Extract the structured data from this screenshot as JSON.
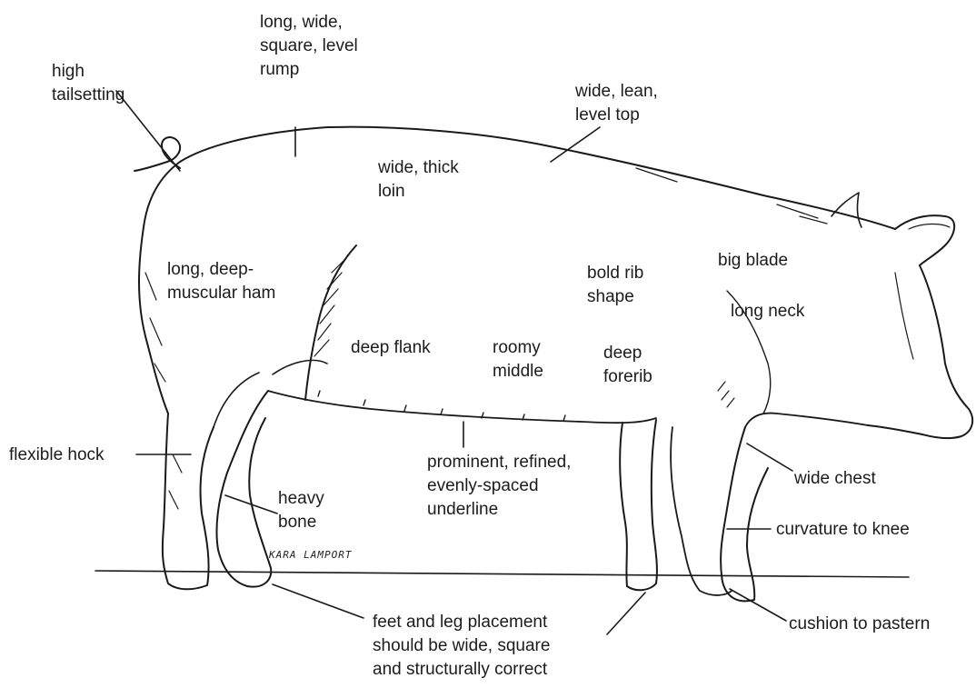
{
  "labels": {
    "rump": [
      "long, wide,",
      "square, level",
      "rump"
    ],
    "tail": [
      "high",
      "tailsetting"
    ],
    "top": [
      "wide, lean,",
      "level top"
    ],
    "loin": [
      "wide, thick",
      "loin"
    ],
    "ham": [
      "long, deep-",
      "muscular ham"
    ],
    "rib": [
      "bold rib",
      "shape"
    ],
    "blade": [
      "big blade"
    ],
    "neck": [
      "long neck"
    ],
    "flank": [
      "deep flank"
    ],
    "middle": [
      "roomy",
      "middle"
    ],
    "forerib": [
      "deep",
      "forerib"
    ],
    "hock": [
      "flexible hock"
    ],
    "chest": [
      "wide chest"
    ],
    "underline": [
      "prominent, refined,",
      "evenly-spaced",
      "underline"
    ],
    "bone": [
      "heavy",
      "bone"
    ],
    "knee": [
      "curvature to knee"
    ],
    "pastern": [
      "cushion to pastern"
    ],
    "feet": [
      "feet and leg placement",
      "should be wide, square",
      "and structurally correct"
    ]
  },
  "signature": "KARA LAMPORT"
}
